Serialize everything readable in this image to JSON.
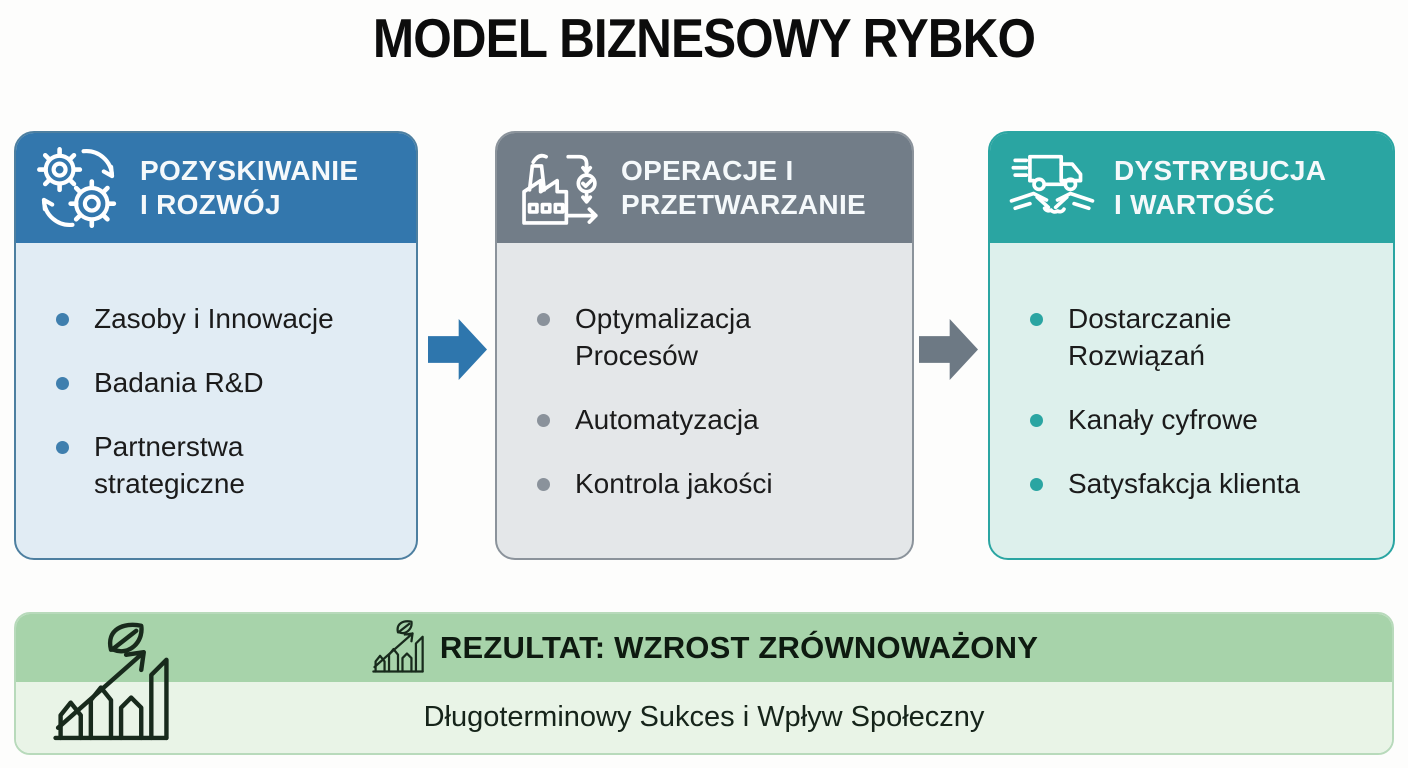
{
  "title": "MODEL BIZNESOWY RYBKO",
  "columns": [
    {
      "header_line1": "POZYSKIWANIE",
      "header_line2": "I ROZWÓJ",
      "icon": "gears-sync-icon",
      "header_color": "#3377ad",
      "body_color": "#e1ecf4",
      "items": [
        "Zasoby i Innowacje",
        "Badania R&D",
        "Partnerstwa strategiczne"
      ]
    },
    {
      "header_line1": "OPERACJE I",
      "header_line2": "PRZETWARZANIE",
      "icon": "factory-process-icon",
      "header_color": "#727d88",
      "body_color": "#e4e7e9",
      "items": [
        "Optymalizacja Procesów",
        "Automatyzacja",
        "Kontrola jakości"
      ]
    },
    {
      "header_line1": "DYSTRYBUCJA",
      "header_line2": "I WARTOŚĆ",
      "icon": "truck-handshake-icon",
      "header_color": "#2aa5a2",
      "body_color": "#ddf0ec",
      "items": [
        "Dostarczanie Rozwiązań",
        "Kanały cyfrowe",
        "Satysfakcja klienta"
      ]
    }
  ],
  "arrows": [
    {
      "direction": "right",
      "color": "#2e76ad"
    },
    {
      "direction": "right",
      "color": "#6d7984"
    }
  ],
  "result_banner": {
    "title": "REZULTAT: WZROST ZRÓWNOWAŻONY",
    "subtitle": "Długoterminowy Sukces i Wpływ Społeczny",
    "icon": "growth-leaf-icon",
    "top_color": "#a7d3aa",
    "bottom_color": "#e9f4e7"
  }
}
